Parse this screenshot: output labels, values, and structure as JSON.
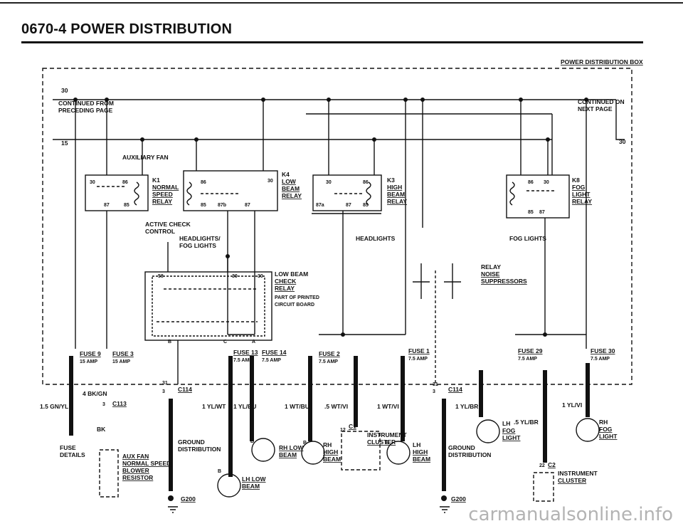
{
  "header": {
    "title": "0670-4   POWER DISTRIBUTION"
  },
  "watermark": "carmanualsonline.info",
  "labels": {
    "box_title": "POWER DISTRIBUTION BOX",
    "t30_left": "30",
    "continued_from": "CONTINUED FROM",
    "preceding_page": "PRECEDING PAGE",
    "continued_on": "CONTINUED ON",
    "next_page": "NEXT PAGE",
    "t15": "15",
    "t30_right": "30",
    "aux_fan": "AUXILIARY FAN",
    "k1": [
      "K1",
      "NORMAL",
      "SPEED",
      "RELAY"
    ],
    "k4": [
      "K4",
      "LOW",
      "BEAM",
      "RELAY"
    ],
    "k3": [
      "K3",
      "HIGH",
      "BEAM",
      "RELAY"
    ],
    "k8": [
      "K8",
      "FOG",
      "LIGHT",
      "RELAY"
    ],
    "active_check": [
      "ACTIVE CHECK",
      "CONTROL"
    ],
    "headlights_fog": [
      "HEADLIGHTS/",
      "FOG LIGHTS"
    ],
    "headlights": "HEADLIGHTS",
    "fog_lights": "FOG LIGHTS",
    "lbc": [
      "LOW BEAM",
      "CHECK",
      "RELAY",
      "PART OF PRINTED",
      "CIRCUIT BOARD"
    ],
    "relay_noise": [
      "RELAY",
      "NOISE",
      "SUPPRESSORS"
    ],
    "fuses": [
      {
        "name": "FUSE 9",
        "amp": "15 AMP"
      },
      {
        "name": "FUSE 3",
        "amp": "15 AMP"
      },
      {
        "name": "FUSE 13",
        "amp": "7.5 AMP"
      },
      {
        "name": "FUSE 14",
        "amp": "7.5 AMP"
      },
      {
        "name": "FUSE 2",
        "amp": "7.5 AMP"
      },
      {
        "name": "FUSE 1",
        "amp": "7.5 AMP"
      },
      {
        "name": "FUSE 29",
        "amp": "7.5 AMP"
      },
      {
        "name": "FUSE 30",
        "amp": "7.5 AMP"
      }
    ],
    "wires": {
      "gnyl": "1.5 GN/YL",
      "bkgn": "4 BK/GN",
      "bk": "BK",
      "ylwt": "1 YL/WT",
      "ylbu": "1 YL/BU",
      "wtbu": "1 WT/BU",
      "wtvi5": ".5 WT/VI",
      "wtvi": "1 WT/VI",
      "ylbr": "1 YL/BR",
      "ylbr5": ".5 YL/BR",
      "ylvi": "1 YL/VI"
    },
    "fuse_details": [
      "FUSE",
      "DETAILS"
    ],
    "aux_fan_res": [
      "AUX FAN",
      "NORMAL SPEED",
      "BLOWER",
      "RESISTOR"
    ],
    "c113": "C113",
    "c114": "C114",
    "c1": "C1",
    "c2": "C2",
    "g200": "G200",
    "ground_dist": [
      "GROUND",
      "DISTRIBUTION"
    ],
    "instrument_cluster": [
      "INSTRUMENT",
      "CLUSTER"
    ],
    "rh_low": [
      "RH LOW",
      "BEAM"
    ],
    "lh_low": [
      "LH LOW",
      "BEAM"
    ],
    "rh_high": [
      "RH",
      "HIGH",
      "BEAM"
    ],
    "lh_high": [
      "LH",
      "HIGH",
      "BEAM"
    ],
    "lh_fog": [
      "LH",
      "FOG",
      "LIGHT"
    ],
    "rh_fog": [
      "RH",
      "FOG",
      "LIGHT"
    ],
    "pins": [
      "30",
      "86",
      "87",
      "85",
      "87b",
      "87a",
      "58",
      "C",
      "A",
      "B",
      "31",
      "3",
      "12",
      "22"
    ]
  }
}
